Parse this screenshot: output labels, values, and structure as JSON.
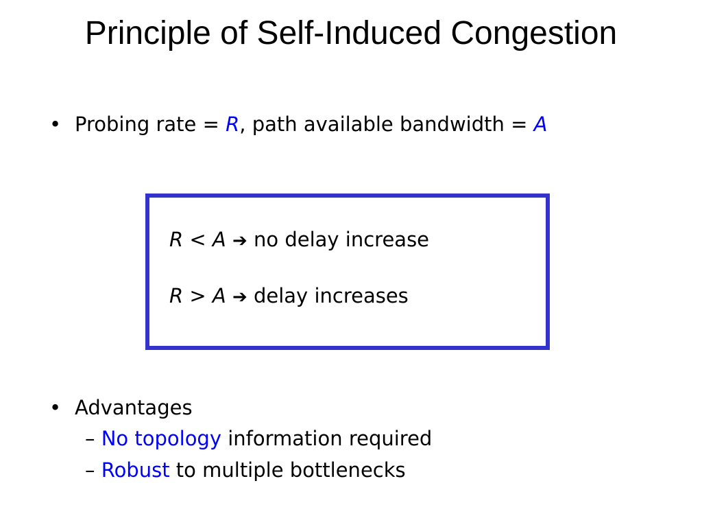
{
  "title": "Principle of Self-Induced Congestion",
  "bullet1": {
    "bullet": "•",
    "prefix": "Probing rate = ",
    "rate_symbol": "R",
    "middle": ", path available bandwidth = ",
    "bandwidth_symbol": "A"
  },
  "box": {
    "line1": {
      "left": "R",
      "op": " < ",
      "right": "A",
      "arrow": "➔",
      "text": " no delay increase"
    },
    "line2": {
      "left": "R",
      "op": " > ",
      "right": "A",
      "arrow": "➔",
      "text": " delay increases"
    }
  },
  "bullet2": {
    "bullet": "•",
    "label": "Advantages",
    "items": [
      {
        "dash": "– ",
        "highlight": "No topology",
        "rest": " information required"
      },
      {
        "dash": "– ",
        "highlight": "Robust",
        "rest": " to multiple bottlenecks"
      }
    ]
  },
  "colors": {
    "accent": "#0000ff",
    "box_border": "#3333cc",
    "text": "#000000",
    "background": "#ffffff"
  }
}
